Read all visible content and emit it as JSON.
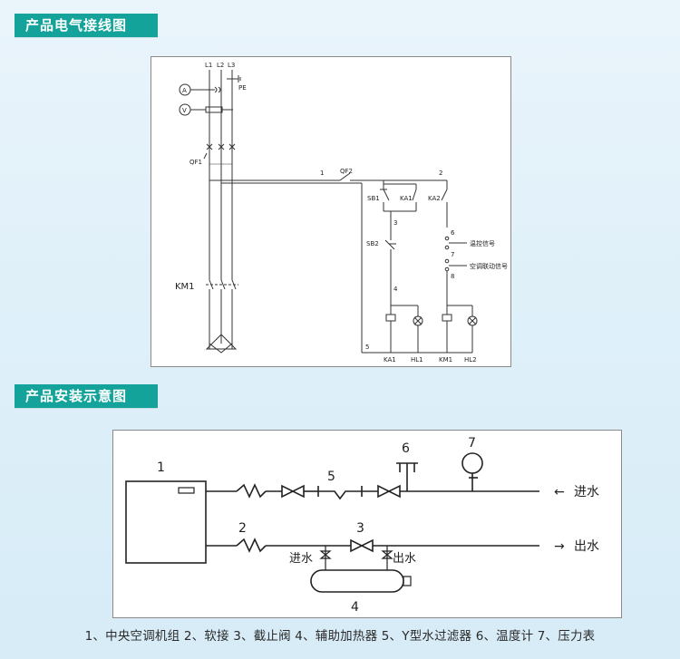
{
  "sections": {
    "wiring_title": "产品电气接线图",
    "install_title": "产品安装示意图"
  },
  "wiring": {
    "phase_labels": [
      "L1",
      "L2",
      "L3"
    ],
    "pe": "PE",
    "ammeter": "A",
    "voltmeter": "V",
    "qf1": "QF1",
    "qf2": "QF2",
    "km1_main": "KM1",
    "nodes": [
      "1",
      "2",
      "3",
      "4",
      "5",
      "6",
      "7",
      "8"
    ],
    "sb1": "SB1",
    "sb2": "SB2",
    "ka1": "KA1",
    "ka2": "KA2",
    "temp_signal": "温控信号",
    "linkage_signal": "空调联动信号",
    "bottom_labels": [
      "KA1",
      "HL1",
      "KM1",
      "HL2"
    ]
  },
  "install": {
    "numbers": [
      "1",
      "2",
      "3",
      "4",
      "5",
      "6",
      "7"
    ],
    "inlet": "进水",
    "outlet": "出水",
    "heater_inlet": "进水",
    "heater_outlet": "出水",
    "arrow_in": "←",
    "arrow_out": "→"
  },
  "legend": "1、中央空调机组 2、软接 3、截止阀 4、辅助加热器 5、Y型水过滤器 6、温度计 7、压力表"
}
